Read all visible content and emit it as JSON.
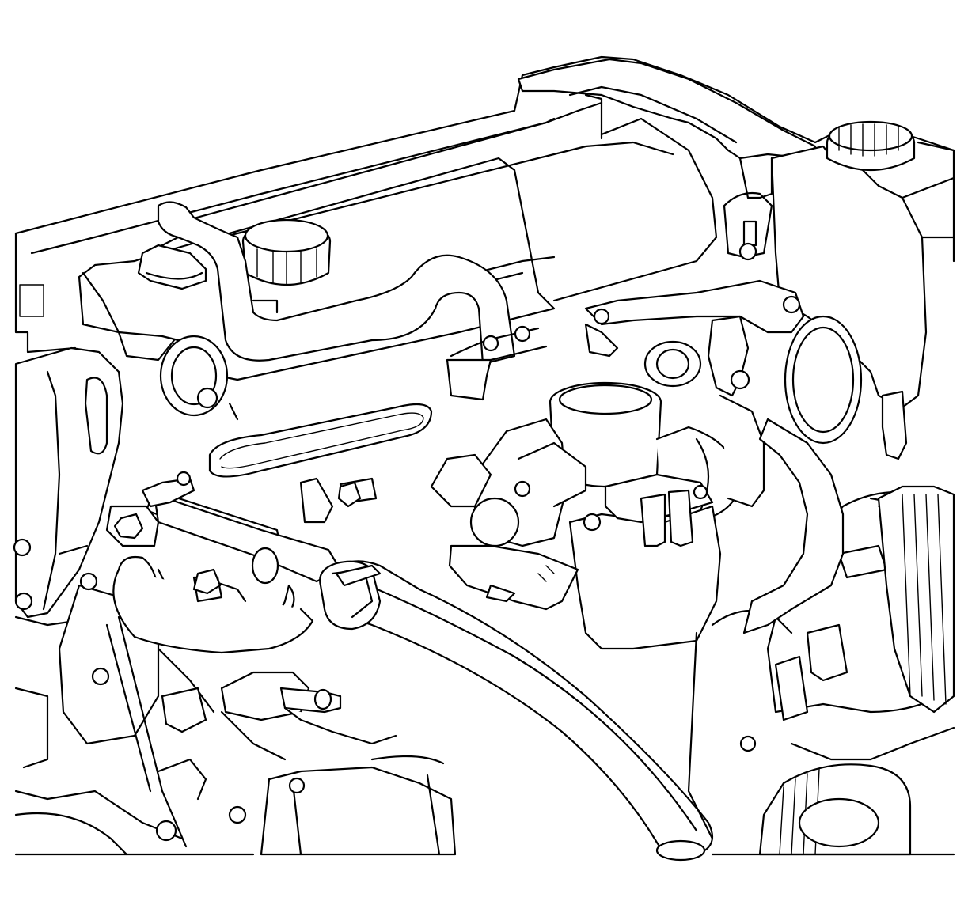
{
  "diagram": {
    "kind": "line-art-illustration",
    "colors": {
      "background": "#ffffff",
      "line": "#000000"
    },
    "components": [
      "valve-cover",
      "oil-filler-cap",
      "coolant-reservoir-cap",
      "throttle-body",
      "intake-manifold",
      "heater-hose",
      "fuel-rail",
      "alternator",
      "oil-filter",
      "engine-bracket",
      "pcv-hose"
    ]
  }
}
